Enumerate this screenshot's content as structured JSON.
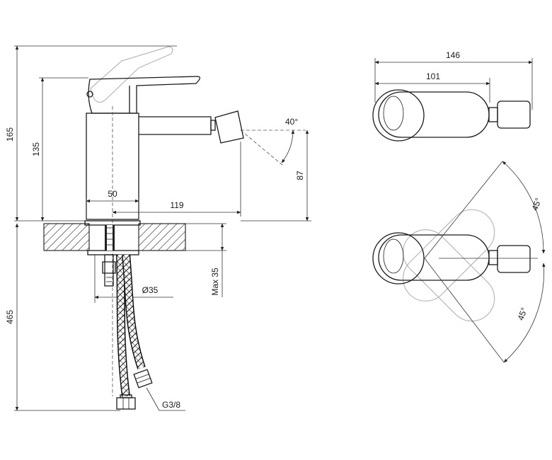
{
  "dimensions": {
    "total_height": "165",
    "body_height": "135",
    "body_width": "50",
    "spout_reach": "119",
    "outlet_height": "87",
    "spray_angle": "40°",
    "max_thickness": "Max 35",
    "hole_diameter": "Ø35",
    "hose_length": "465",
    "thread": "G3/8",
    "top_width": "146",
    "lever_length": "101",
    "rotation_upper": "45°",
    "rotation_lower": "45°"
  }
}
